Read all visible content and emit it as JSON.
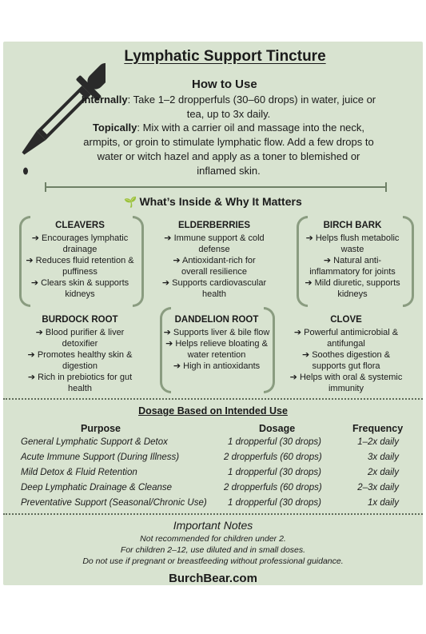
{
  "title": "Lymphatic Support Tincture",
  "how_to_use": {
    "heading": "How to Use",
    "internally_label": "Internally",
    "internally_text": ": Take 1–2 dropperfuls (30–60 drops) in water, juice or tea, up to 3x daily.",
    "topically_label": "Topically",
    "topically_text": ": Mix with a carrier oil and massage into the neck, armpits, or groin to stimulate lymphatic flow. Add a few drops to water or witch hazel and apply as a toner to blemished or inflamed skin."
  },
  "whats_inside": {
    "heading": "What’s Inside & Why It Matters",
    "herbs": [
      {
        "name": "CLEAVERS",
        "points": [
          "➔ Encourages lymphatic drainage",
          "➔ Reduces fluid retention & puffiness",
          "➔ Clears skin & supports kidneys"
        ]
      },
      {
        "name": "ELDERBERRIES",
        "points": [
          "➔ Immune support & cold defense",
          "➔ Antioxidant-rich for overall resilience",
          "➔ Supports cardiovascular health"
        ]
      },
      {
        "name": "BIRCH BARK",
        "points": [
          "➔ Helps flush metabolic waste",
          "➔ Natural anti-inflammatory for joints",
          "➔ Mild diuretic, supports kidneys"
        ]
      },
      {
        "name": "BURDOCK ROOT",
        "points": [
          "➔ Blood purifier & liver detoxifier",
          "➔ Promotes healthy skin & digestion",
          "➔ Rich in prebiotics for gut health"
        ]
      },
      {
        "name": "DANDELION ROOT",
        "points": [
          "➔ Supports liver & bile flow",
          "➔ Helps relieve bloating & water retention",
          "➔ High in antioxidants"
        ]
      },
      {
        "name": "CLOVE",
        "points": [
          "➔ Powerful antimicrobial & antifungal",
          "➔ Soothes digestion & supports gut flora",
          "➔ Helps with oral & systemic immunity"
        ]
      }
    ]
  },
  "dosage": {
    "heading": "Dosage Based on Intended Use",
    "columns": [
      "Purpose",
      "Dosage",
      "Frequency"
    ],
    "rows": [
      [
        "General Lymphatic Support & Detox",
        "1 dropperful (30 drops)",
        "1–2x daily"
      ],
      [
        "Acute Immune Support (During Illness)",
        "2 dropperfuls (60 drops)",
        "3x daily"
      ],
      [
        "Mild Detox & Fluid Retention",
        "1 dropperful (30 drops)",
        "2x daily"
      ],
      [
        "Deep Lymphatic Drainage & Cleanse",
        "2 dropperfuls (60 drops)",
        "2–3x daily"
      ],
      [
        "Preventative Support (Seasonal/Chronic Use)",
        "1 dropperful (30 drops)",
        "1x daily"
      ]
    ]
  },
  "notes": {
    "heading": "Important Notes",
    "lines": [
      "Not recommended for children under 2.",
      "For children 2–12, use diluted and in small doses.",
      "Do not use if pregnant or breastfeeding without professional guidance."
    ]
  },
  "footer": "BurchBear.com",
  "colors": {
    "background": "#d8e3d0",
    "accent": "#8a9c80",
    "sprout": "#3f8a2e"
  },
  "icons": [
    "dropper-icon",
    "sprout-icon"
  ]
}
